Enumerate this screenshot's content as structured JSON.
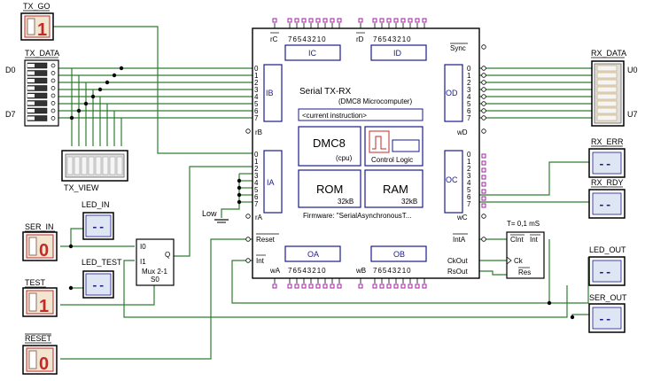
{
  "labels": {
    "tx_go": "TX_GO",
    "tx_data": "TX_DATA",
    "tx_view": "TX_VIEW",
    "d0": "D0",
    "d7": "D7",
    "ser_in": "SER_IN",
    "led_in": "LED_IN",
    "led_test": "LED_TEST",
    "test": "TEST",
    "reset": "RESET",
    "low": "Low",
    "rx_data": "RX_DATA",
    "u0": "U0",
    "u7": "U7",
    "rx_err": "RX_ERR",
    "rx_rdy": "RX_RDY",
    "led_out": "LED_OUT",
    "ser_out": "SER_OUT"
  },
  "switch_values": {
    "tx_go": "1",
    "ser_in": "0",
    "test": "1",
    "reset": "0"
  },
  "led_values": {
    "led_in": "--",
    "led_test": "--",
    "rx_err": "--",
    "rx_rdy": "--",
    "led_out": "--",
    "ser_out": "--"
  },
  "mux": {
    "i0": "I0",
    "i1": "I1",
    "q": "Q",
    "name": "Mux 2-1",
    "s0": "S0"
  },
  "timer": {
    "title": "T= 0,1 mS",
    "clnt": "CInt",
    "int": "Int",
    "ck": "Ck",
    "res": "Res"
  },
  "cpu": {
    "port_ic": "IC",
    "port_id": "ID",
    "port_oa": "OA",
    "port_ob": "OB",
    "port_ib": "IB",
    "port_ia": "IA",
    "port_od": "OD",
    "port_oc": "OC",
    "bits_desc": "76543210",
    "r_c": "rC",
    "r_d": "rD",
    "r_b": "rB",
    "r_a": "rA",
    "w_a": "wA",
    "w_b": "wB",
    "w_c": "wC",
    "w_d": "wD",
    "sync": "Sync",
    "int_a": "IntA",
    "ck_out": "CkOut",
    "rs_out": "RsOut",
    "reset_pin": "Reset",
    "int_pin": "Int",
    "title": "Serial TX-RX",
    "subtitle": "(DMC8 Microcomputer)",
    "instruction": "<current instruction>",
    "dmc8": "DMC8",
    "cpu_label": "(cpu)",
    "control_logic": "Control Logic",
    "rom": "ROM",
    "rom_size": "32kB",
    "ram": "RAM",
    "ram_size": "32kB",
    "firmware": "Firmware: \"SerialAsynchronousT..."
  },
  "colors": {
    "wire": "#2e7d32",
    "wire_dark": "#1b5e20",
    "block_border": "#1a1a8c",
    "pin": "#a020a0",
    "switch_red": "#c62828",
    "label_red": "#b71c1c"
  }
}
